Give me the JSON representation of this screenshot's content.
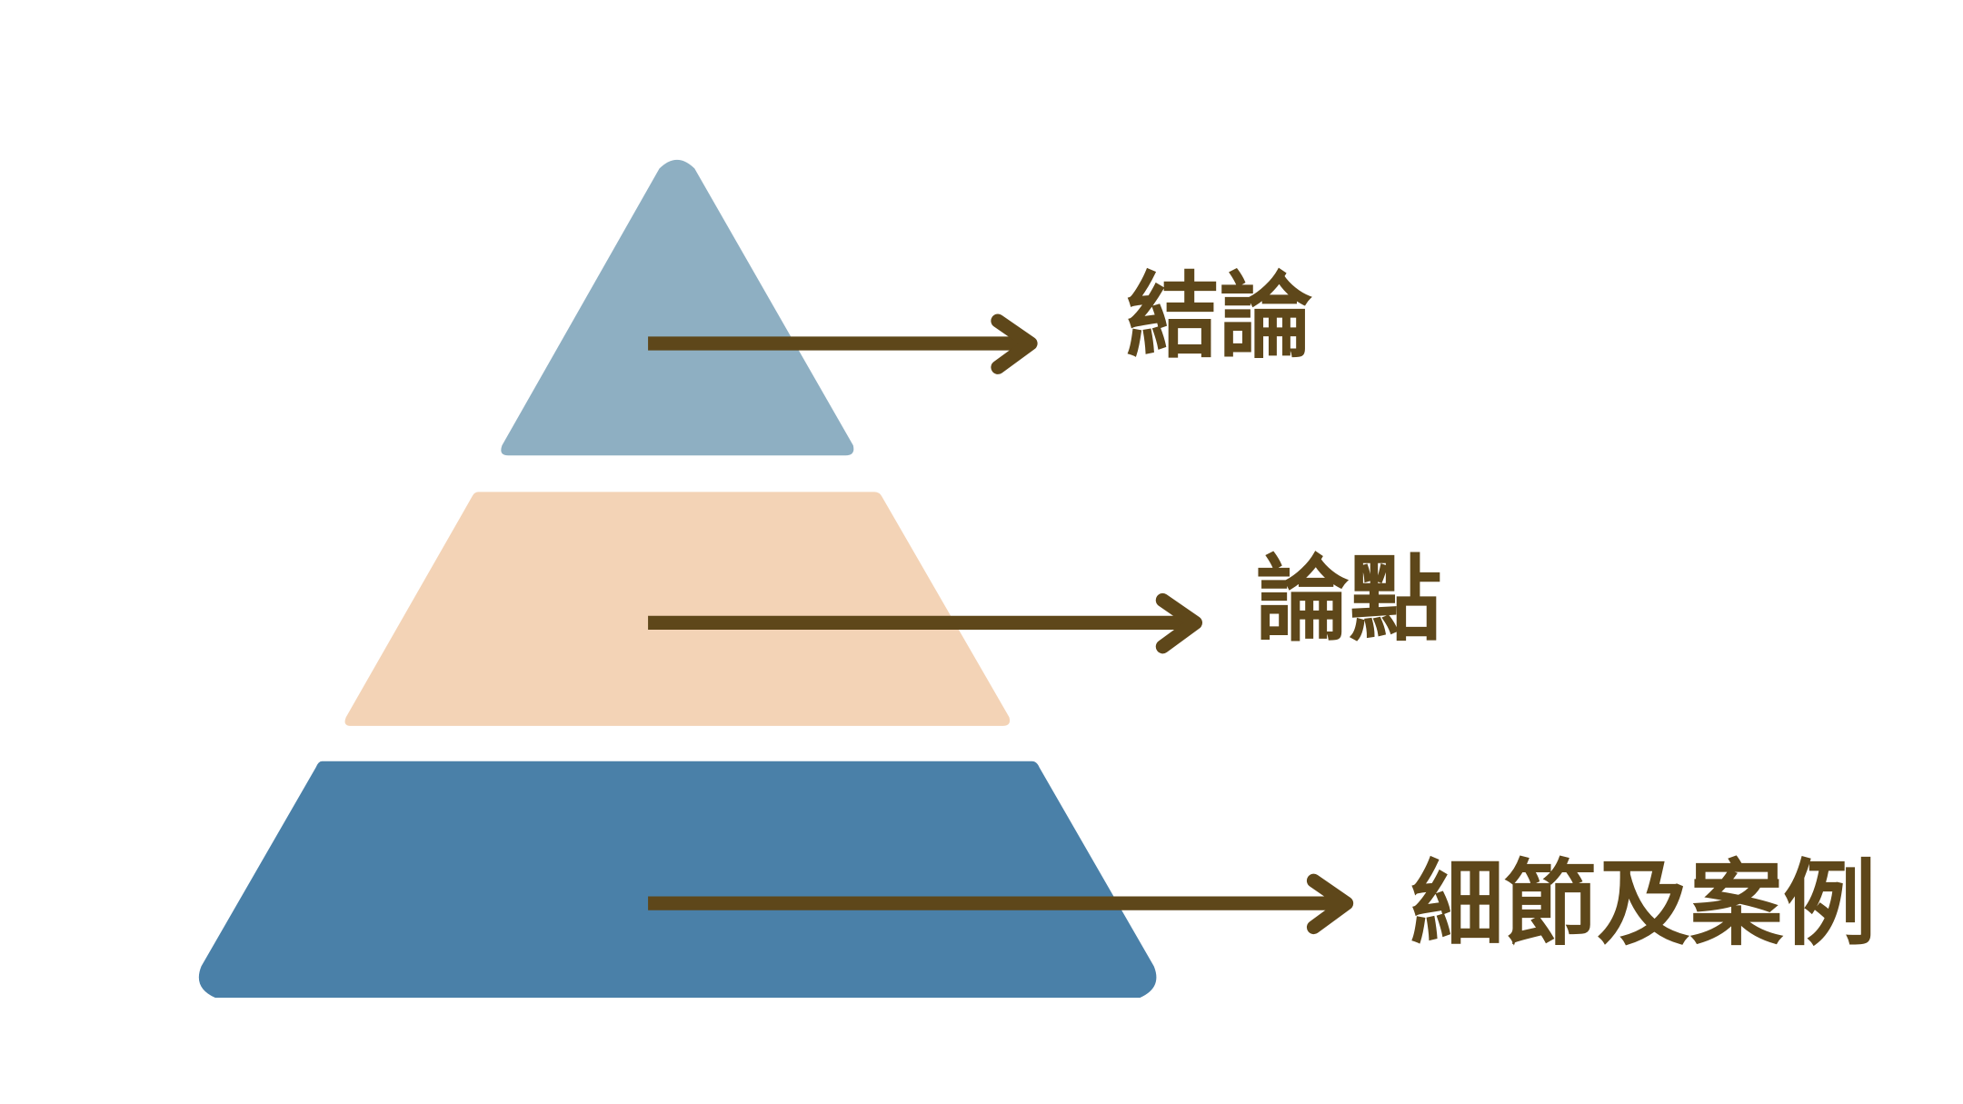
{
  "pyramid": {
    "levels": [
      {
        "label": "結論",
        "color": "#8eafc2"
      },
      {
        "label": "論點",
        "color": "#f3d3b6"
      },
      {
        "label": "細節及案例",
        "color": "#4a80a8"
      }
    ],
    "arrow_color": "#5e471a"
  }
}
